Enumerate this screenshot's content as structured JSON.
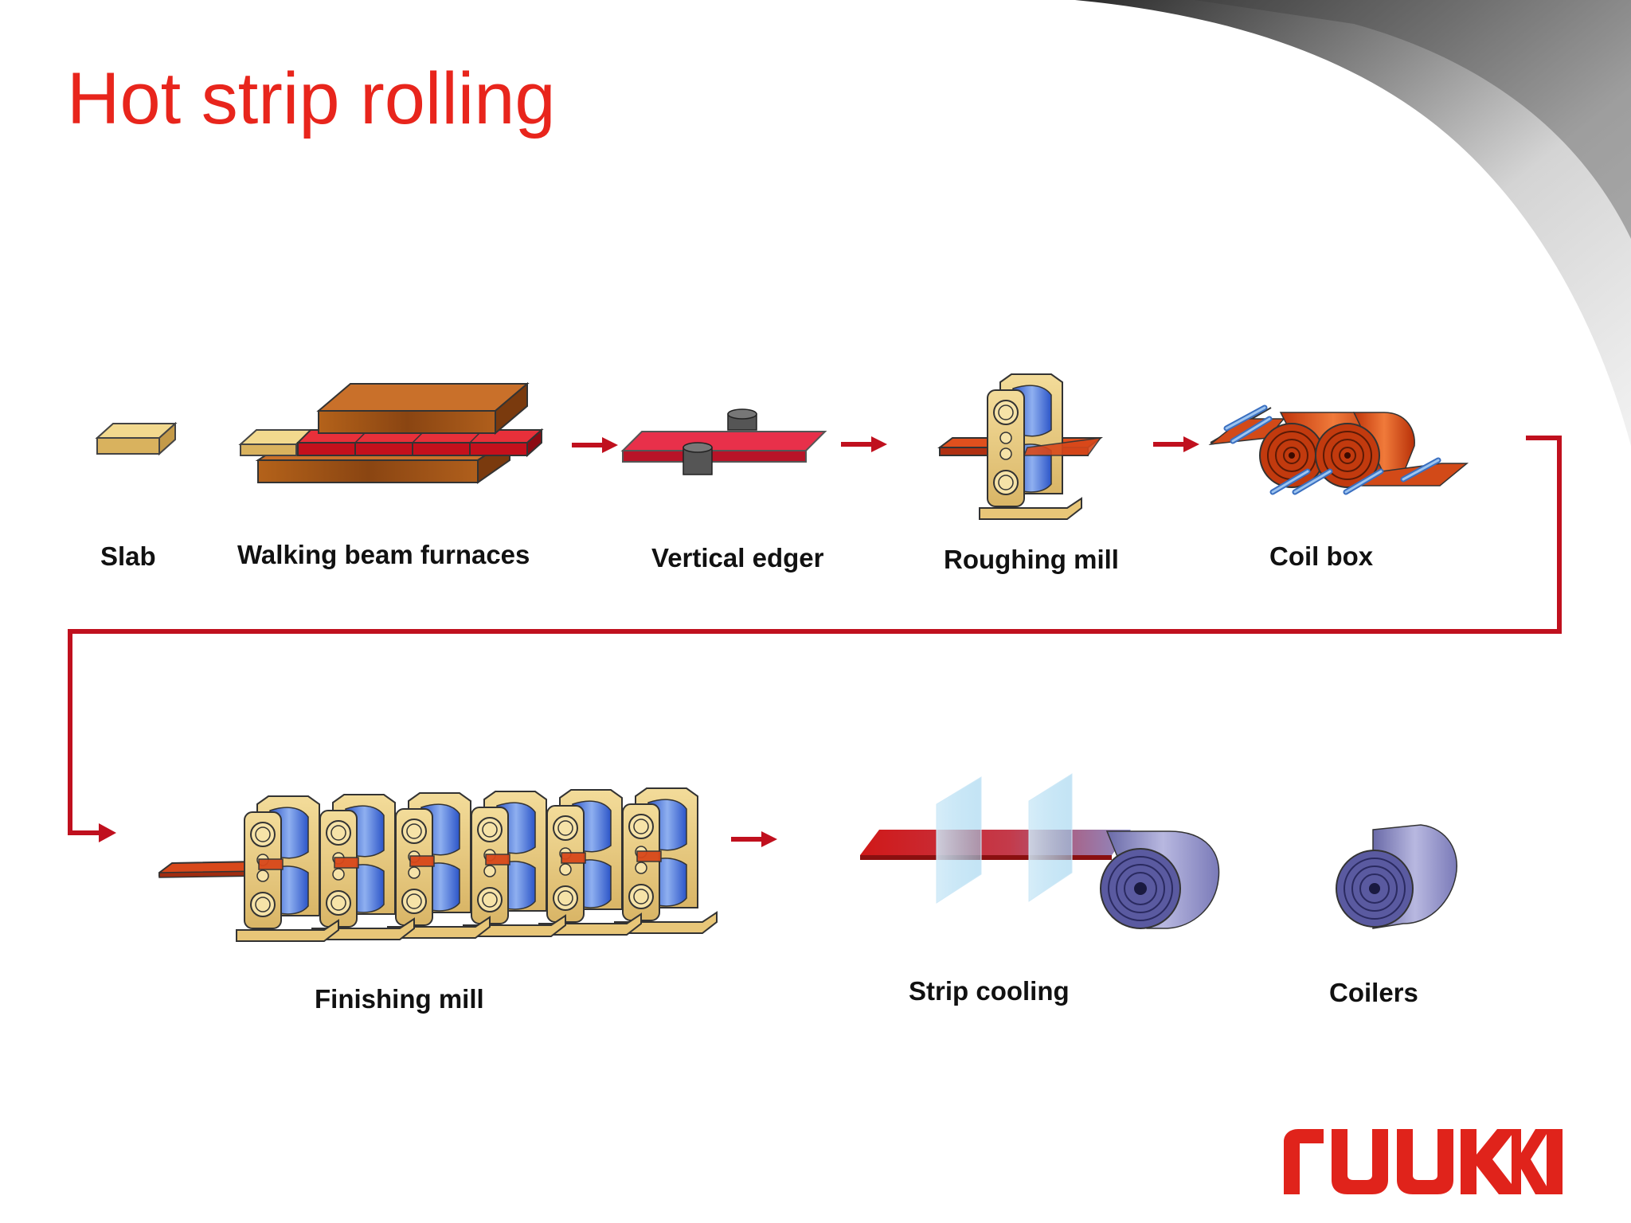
{
  "slide": {
    "title": "Hot strip rolling"
  },
  "stages": {
    "slab": "Slab",
    "furnaces": "Walking beam furnaces",
    "edger": "Vertical edger",
    "roughing": "Roughing mill",
    "coilbox": "Coil box",
    "finishing": "Finishing mill",
    "cooling": "Strip cooling",
    "coilers": "Coilers"
  },
  "colors": {
    "title": "#e8251c",
    "flow_line": "#c0101e",
    "logo": "#e0231b"
  },
  "logo": {
    "text": "rUUKKI"
  },
  "icons": [
    "slab-icon",
    "furnace-icon",
    "edger-icon",
    "roughing-mill-icon",
    "coil-box-icon",
    "finishing-mill-icon",
    "strip-cooling-icon",
    "coiler-icon"
  ]
}
